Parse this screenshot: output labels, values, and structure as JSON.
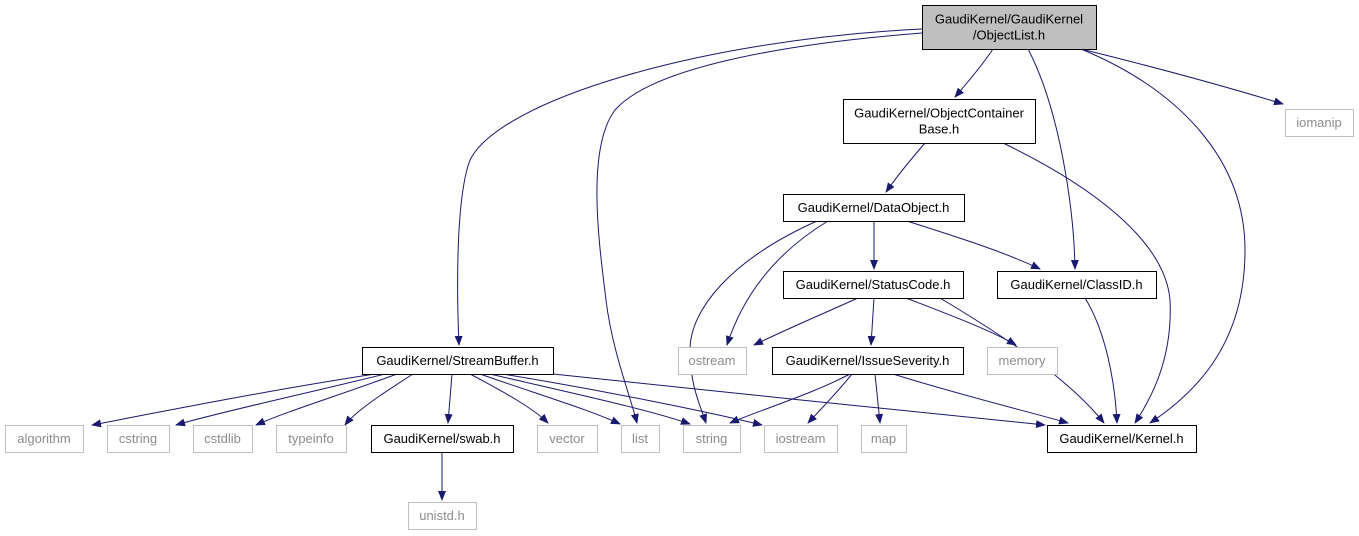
{
  "colors": {
    "edge": "#191970",
    "root_fill": "#bfbfbf",
    "node_border": "#000000",
    "system_border": "#bfbfbf",
    "text": "#000000",
    "system_text": "#8c8c8c"
  },
  "nodes": [
    {
      "id": "objectlist",
      "kind": "root",
      "lines": [
        "GaudiKernel/GaudiKernel",
        "/ObjectList.h"
      ]
    },
    {
      "id": "iomanip",
      "kind": "system",
      "lines": [
        "iomanip"
      ]
    },
    {
      "id": "objectcontainerbase",
      "kind": "project",
      "lines": [
        "GaudiKernel/ObjectContainer",
        "Base.h"
      ]
    },
    {
      "id": "dataobject",
      "kind": "project",
      "lines": [
        "GaudiKernel/DataObject.h"
      ]
    },
    {
      "id": "statuscode",
      "kind": "project",
      "lines": [
        "GaudiKernel/StatusCode.h"
      ]
    },
    {
      "id": "classid",
      "kind": "project",
      "lines": [
        "GaudiKernel/ClassID.h"
      ]
    },
    {
      "id": "streambuffer",
      "kind": "project",
      "lines": [
        "GaudiKernel/StreamBuffer.h"
      ]
    },
    {
      "id": "ostream",
      "kind": "system",
      "lines": [
        "ostream"
      ]
    },
    {
      "id": "issueseverity",
      "kind": "project",
      "lines": [
        "GaudiKernel/IssueSeverity.h"
      ]
    },
    {
      "id": "memory",
      "kind": "system",
      "lines": [
        "memory"
      ]
    },
    {
      "id": "algorithm",
      "kind": "system",
      "lines": [
        "algorithm"
      ]
    },
    {
      "id": "cstring",
      "kind": "system",
      "lines": [
        "cstring"
      ]
    },
    {
      "id": "cstdlib",
      "kind": "system",
      "lines": [
        "cstdlib"
      ]
    },
    {
      "id": "typeinfo",
      "kind": "system",
      "lines": [
        "typeinfo"
      ]
    },
    {
      "id": "swab",
      "kind": "project",
      "lines": [
        "GaudiKernel/swab.h"
      ]
    },
    {
      "id": "vector",
      "kind": "system",
      "lines": [
        "vector"
      ]
    },
    {
      "id": "list",
      "kind": "system",
      "lines": [
        "list"
      ]
    },
    {
      "id": "string",
      "kind": "system",
      "lines": [
        "string"
      ]
    },
    {
      "id": "iostream",
      "kind": "system",
      "lines": [
        "iostream"
      ]
    },
    {
      "id": "map",
      "kind": "system",
      "lines": [
        "map"
      ]
    },
    {
      "id": "kernel",
      "kind": "project",
      "lines": [
        "GaudiKernel/Kernel.h"
      ]
    },
    {
      "id": "unistd",
      "kind": "system",
      "lines": [
        "unistd.h"
      ]
    }
  ],
  "edges": [
    [
      "objectlist",
      "iomanip"
    ],
    [
      "objectlist",
      "objectcontainerbase"
    ],
    [
      "objectlist",
      "classid"
    ],
    [
      "objectlist",
      "kernel"
    ],
    [
      "objectlist",
      "streambuffer"
    ],
    [
      "objectlist",
      "list"
    ],
    [
      "objectcontainerbase",
      "dataobject"
    ],
    [
      "objectcontainerbase",
      "kernel"
    ],
    [
      "dataobject",
      "statuscode"
    ],
    [
      "dataobject",
      "classid"
    ],
    [
      "dataobject",
      "ostream"
    ],
    [
      "dataobject",
      "string"
    ],
    [
      "statuscode",
      "ostream"
    ],
    [
      "statuscode",
      "issueseverity"
    ],
    [
      "statuscode",
      "memory"
    ],
    [
      "statuscode",
      "kernel"
    ],
    [
      "classid",
      "kernel"
    ],
    [
      "issueseverity",
      "string"
    ],
    [
      "issueseverity",
      "iostream"
    ],
    [
      "issueseverity",
      "map"
    ],
    [
      "issueseverity",
      "kernel"
    ],
    [
      "streambuffer",
      "algorithm"
    ],
    [
      "streambuffer",
      "cstring"
    ],
    [
      "streambuffer",
      "cstdlib"
    ],
    [
      "streambuffer",
      "typeinfo"
    ],
    [
      "streambuffer",
      "swab"
    ],
    [
      "streambuffer",
      "vector"
    ],
    [
      "streambuffer",
      "list"
    ],
    [
      "streambuffer",
      "string"
    ],
    [
      "streambuffer",
      "iostream"
    ],
    [
      "streambuffer",
      "kernel"
    ],
    [
      "swab",
      "unistd"
    ]
  ]
}
